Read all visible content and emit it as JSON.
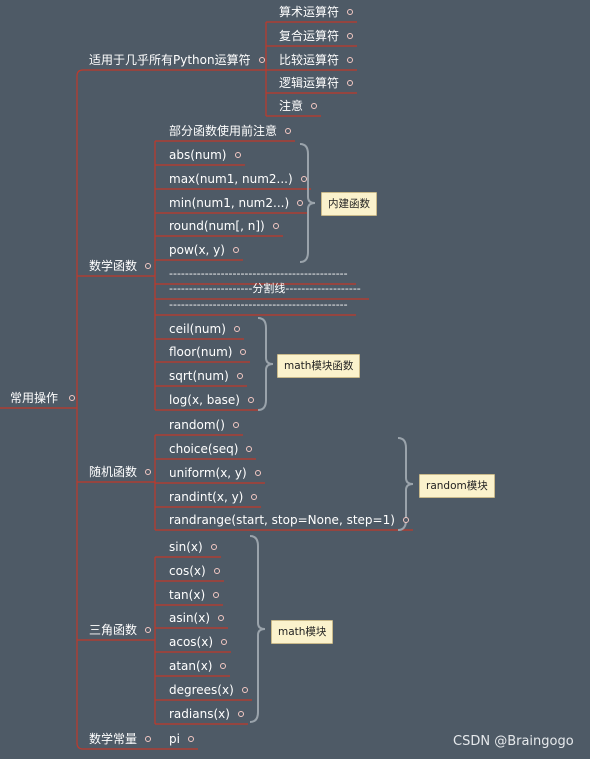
{
  "root": {
    "label": "常用操作"
  },
  "branches": [
    {
      "label": "适用于几乎所有Python运算符",
      "children": [
        "算术运算符",
        "复合运算符",
        "比较运算符",
        "逻辑运算符",
        "注意"
      ]
    },
    {
      "label": "数学函数",
      "children": [
        "部分函数使用前注意",
        "abs(num)",
        "max(num1, num2...)",
        "min(num1, num2...)",
        "round(num[, n])",
        "pow(x, y)",
        "---------------------------------------------",
        "---------------------分割线-------------------",
        "---------------------------------------------",
        "ceil(num)",
        "floor(num)",
        "sqrt(num)",
        "log(x, base)"
      ]
    },
    {
      "label": "随机函数",
      "children": [
        "random()",
        "choice(seq)",
        "uniform(x, y)",
        "randint(x, y)",
        "randrange(start, stop=None, step=1)"
      ]
    },
    {
      "label": "三角函数",
      "children": [
        "sin(x)",
        "cos(x)",
        "tan(x)",
        "asin(x)",
        "acos(x)",
        "atan(x)",
        "degrees(x)",
        "radians(x)"
      ]
    },
    {
      "label": "数学常量",
      "children": [
        "pi"
      ]
    }
  ],
  "summaries": [
    "内建函数",
    "math模块函数",
    "random模块",
    "math模块"
  ],
  "watermark": "CSDN @Braingogo",
  "colors": {
    "background": "#4e5a66",
    "line": "#c0392b",
    "brace": "#9aa3ab",
    "box": "#fbf2cc"
  }
}
